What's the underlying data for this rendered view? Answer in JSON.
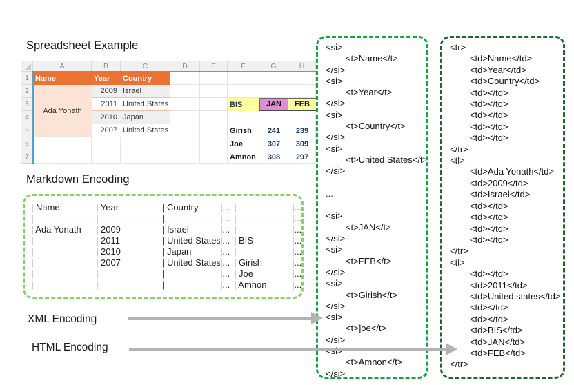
{
  "titles": {
    "spreadsheet": "Spreadsheet Example",
    "markdown": "Markdown Encoding",
    "xml": "XML Encoding",
    "html": "HTML Encoding"
  },
  "spreadsheet": {
    "columns": [
      "A",
      "B",
      "C",
      "D",
      "E",
      "F",
      "G",
      "H"
    ],
    "row_numbers": [
      "1",
      "2",
      "3",
      "4",
      "5",
      "6",
      "7"
    ],
    "header": {
      "name": "Name",
      "year": "Year",
      "country": "Country"
    },
    "merged_cell": "Ada Yonath",
    "records": [
      {
        "year": "2009",
        "country": "Israel"
      },
      {
        "year": "2011",
        "country": "United States"
      },
      {
        "year": "2010",
        "country": "Japan"
      },
      {
        "year": "2007",
        "country": "United States"
      }
    ],
    "mini": {
      "bis": "BIS",
      "jan": "JAN",
      "feb": "FEB",
      "rows": [
        [
          "Girish",
          "241",
          "239"
        ],
        [
          "Joe",
          "307",
          "309"
        ],
        [
          "Amnon",
          "308",
          "297"
        ]
      ]
    }
  },
  "markdown": {
    "rows": [
      [
        "| Name",
        "| Year",
        "| Country",
        "|...",
        "|",
        "|..."
      ],
      [
        "|--------------------",
        "|----------------------",
        "|------------------",
        "|...",
        "|----------------",
        "|..."
      ],
      [
        "| Ada Yonath",
        "| 2009",
        "| Israel",
        "|...",
        "|",
        "|..."
      ],
      [
        "|",
        "| 2011",
        "| United States",
        "|...",
        "| BIS",
        "|..."
      ],
      [
        "|",
        "| 2010",
        "| Japan",
        "|...",
        "|",
        "|..."
      ],
      [
        "|",
        "| 2007",
        "| United States",
        "|...",
        "| Girish",
        "|..."
      ],
      [
        "|",
        "|",
        "|",
        "|...",
        "| Joe",
        "|..."
      ],
      [
        "|",
        "|",
        "|",
        "|...",
        "| Amnon",
        "|..."
      ]
    ]
  },
  "xml_box": {
    "lines": [
      "<si>",
      "        <t>Name</t>",
      "</si>",
      "<si>",
      "        <t>Year</t>",
      "</si>",
      "<si>",
      "        <t>Country</t>",
      "</si>",
      "<si>",
      "        <t>United States</t>",
      "</si>",
      "",
      "...",
      "",
      "<si>",
      "        <t>JAN</t>",
      "</si>",
      "<si>",
      "        <t>FEB</t>",
      "</si>",
      "<si>",
      "        <t>Girish</t>",
      "</si>",
      "<si>",
      "        <t>]oe</t>",
      "</si>",
      "<si>",
      "        <t>Amnon</t>",
      "</si>"
    ]
  },
  "html_box": {
    "lines": [
      "<tr>",
      "        <td>Name</td>",
      "        <td>Year</td>",
      "        <td>Country</td>",
      "        <td></td>",
      "        <td></td>",
      "        <td></td>",
      "        <td></td>",
      "        <td></td>",
      "</tr>",
      "<tl>",
      "        <td>Ada Yonath</td>",
      "        <td>2009</td>",
      "        <td>Israel</td>",
      "        <td></td>",
      "        <td></td>",
      "        <td></td>",
      "        <td></td>",
      "</tr>",
      "<tl>",
      "        <td></td>",
      "        <td>2011</td>",
      "        <td>United states</td>",
      "        <td></td>",
      "        <td></td>",
      "        <td>BIS</td>",
      "        <td>JAN</td>",
      "        <td>FEB</td>",
      "</tr>"
    ]
  },
  "colors": {
    "markdown_border": "#85D363",
    "xml_border": "#12A53F",
    "html_border": "#20682A",
    "header_orange": "#EC7233",
    "merged_peach": "#FBE3D5",
    "band_gray": "#EFEFEF",
    "yellow_fill": "#FFFF9E",
    "plum_fill": "#DE8DD7",
    "number_navy": "#1F3864",
    "arrow_gray": "#B3B3B3",
    "freeze_blue": "#4AA3D4"
  }
}
